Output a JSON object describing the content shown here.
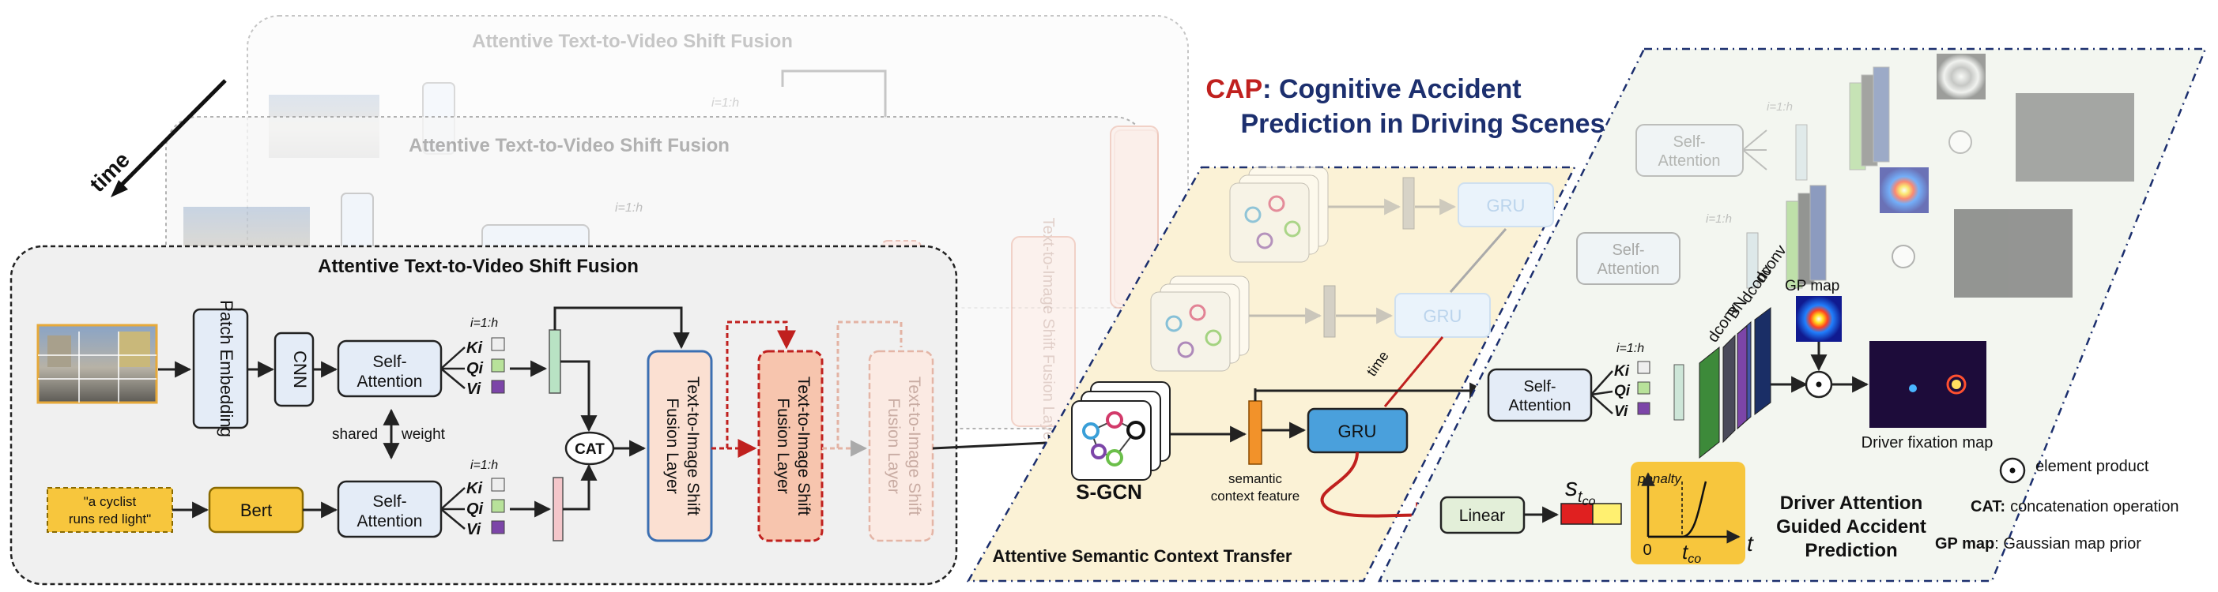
{
  "title": {
    "line1_red": "CAP",
    "line1_rest": ": Cognitive Accident",
    "line2": "Prediction in Driving Scenes"
  },
  "time_label": "time",
  "fusion": {
    "title": "Attentive Text-to-Video Shift Fusion",
    "patch_embedding": "Patch Embedding",
    "cnn": "CNN",
    "self_attention": "Self-Attention",
    "bert": "Bert",
    "caption": "\"a cyclist runs red light\"",
    "caption_l1": "\"a cyclist",
    "caption_l2": "runs red light\"",
    "shared": "shared",
    "weight": "weight",
    "cat": "CAT",
    "heads": "i=1:h",
    "k": "Ki",
    "q": "Qi",
    "v": "Vi",
    "shift_layer": "Text-to-Image Shift Fusion Layer"
  },
  "context": {
    "title": "Attentive Semantic Context Transfer",
    "sgcn": "S-GCN",
    "semantic": "semantic context feature",
    "gru": "GRU",
    "time": "time"
  },
  "driver": {
    "title": "Driver Attention Guided Accident Prediction",
    "self_attention": "Self-Attention",
    "dconv": "dconv",
    "bn": "BN",
    "gp_map": "GP map",
    "fixation": "Driver fixation map",
    "linear": "Linear",
    "penalty": "penalty",
    "stco": "s",
    "tco": "t",
    "co": "co",
    "zero": "0",
    "t": "t"
  },
  "legend": {
    "element_product": "element product",
    "cat_key": "CAT:",
    "cat_desc": "concatenation operation",
    "gp_key": "GP map",
    "gp_desc": ": Gaussian map prior"
  },
  "colors": {
    "red": "#c0201e",
    "navy": "#1c2f6e",
    "blue_box": "#dbe8f6",
    "yellow": "#f7c63d",
    "gru": "#4aa0dc"
  }
}
